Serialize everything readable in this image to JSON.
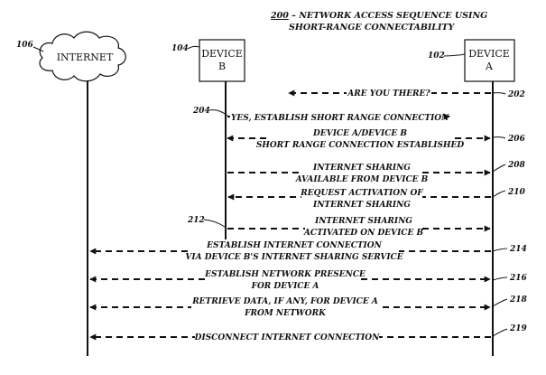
{
  "title": {
    "ref": "200",
    "line1": " – NETWORK ACCESS SEQUENCE USING",
    "line2": "SHORT-RANGE CONNECTABILITY"
  },
  "participants": [
    {
      "id": "internet",
      "ref": "106",
      "label_lines": [
        "INTERNET"
      ]
    },
    {
      "id": "device_b",
      "ref": "104",
      "label_lines": [
        "DEVICE",
        "B"
      ]
    },
    {
      "id": "device_a",
      "ref": "102",
      "label_lines": [
        "DEVICE",
        "A"
      ]
    }
  ],
  "messages": [
    {
      "ref": "202",
      "from": "device_a",
      "to": "device_b",
      "text_lines": [
        "ARE YOU THERE?"
      ]
    },
    {
      "ref": "204",
      "from": "device_b",
      "to": "device_a",
      "text_lines": [
        "YES, ESTABLISH SHORT RANGE CONNECTION"
      ]
    },
    {
      "ref": "206",
      "from": "both_b_a",
      "to": "both_b_a",
      "text_lines": [
        "DEVICE A/DEVICE B",
        "SHORT RANGE CONNECTION ESTABLISHED"
      ]
    },
    {
      "ref": "208",
      "from": "device_b",
      "to": "device_a",
      "text_lines": [
        "INTERNET SHARING",
        "AVAILABLE FROM DEVICE B"
      ]
    },
    {
      "ref": "210",
      "from": "device_a",
      "to": "device_b",
      "text_lines": [
        "REQUEST ACTIVATION OF",
        "INTERNET SHARING"
      ]
    },
    {
      "ref": "212",
      "from": "device_b",
      "to": "device_a",
      "text_lines": [
        "INTERNET SHARING",
        "ACTIVATED ON DEVICE B"
      ]
    },
    {
      "ref": "214",
      "from": "device_a",
      "to": "internet",
      "text_lines": [
        "ESTABLISH INTERNET CONNECTION",
        "VIA DEVICE B'S INTERNET SHARING SERVICE"
      ]
    },
    {
      "ref": "216",
      "from": "both_i_a",
      "to": "both_i_a",
      "text_lines": [
        "ESTABLISH NETWORK PRESENCE",
        "FOR DEVICE A"
      ]
    },
    {
      "ref": "218",
      "from": "both_i_a",
      "to": "both_i_a",
      "text_lines": [
        "RETRIEVE DATA, IF ANY, FOR DEVICE A",
        "FROM NETWORK"
      ]
    },
    {
      "ref": "219",
      "from": "device_a",
      "to": "internet",
      "text_lines": [
        "DISCONNECT INTERNET CONNECTION"
      ]
    }
  ]
}
